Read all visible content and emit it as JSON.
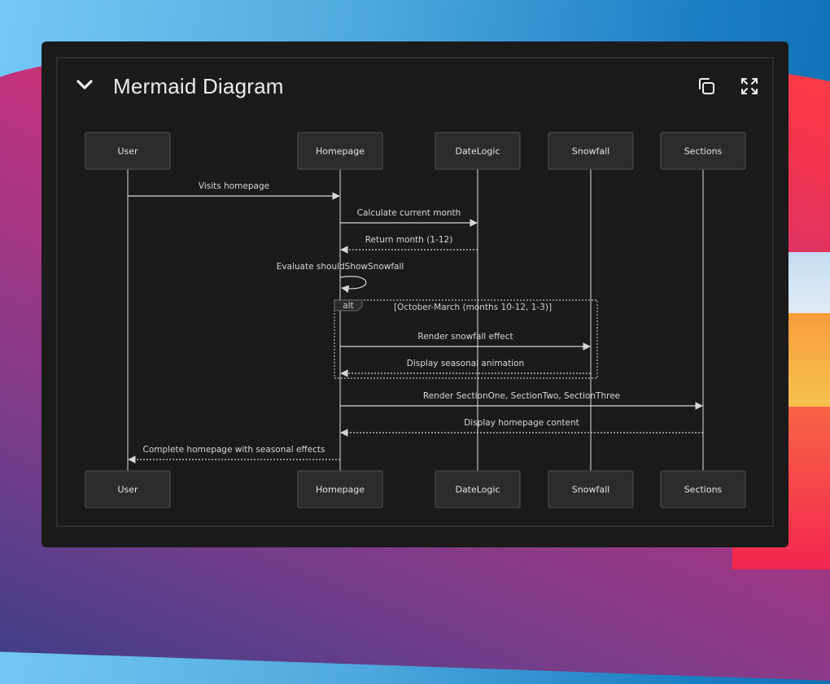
{
  "panel": {
    "title": "Mermaid Diagram",
    "icons": {
      "collapse": "chevron-down-icon",
      "copy": "copy-icon",
      "expand": "expand-icon"
    }
  },
  "diagram": {
    "type": "sequence",
    "participants": [
      "User",
      "Homepage",
      "DateLogic",
      "Snowfall",
      "Sections"
    ],
    "messages": [
      {
        "from": "User",
        "to": "Homepage",
        "text": "Visits homepage",
        "style": "solid"
      },
      {
        "from": "Homepage",
        "to": "DateLogic",
        "text": "Calculate current month",
        "style": "solid"
      },
      {
        "from": "DateLogic",
        "to": "Homepage",
        "text": "Return month (1-12)",
        "style": "dashed"
      },
      {
        "from": "Homepage",
        "to": "Homepage",
        "text": "Evaluate shouldShowSnowfall",
        "style": "self"
      },
      {
        "from": "Homepage",
        "to": "Snowfall",
        "text": "Render snowfall effect",
        "style": "solid"
      },
      {
        "from": "Snowfall",
        "to": "Homepage",
        "text": "Display seasonal animation",
        "style": "dashed"
      },
      {
        "from": "Homepage",
        "to": "Sections",
        "text": "Render SectionOne, SectionTwo, SectionThree",
        "style": "solid"
      },
      {
        "from": "Sections",
        "to": "Homepage",
        "text": "Display homepage content",
        "style": "dashed"
      },
      {
        "from": "Homepage",
        "to": "User",
        "text": "Complete homepage with seasonal effects",
        "style": "dashed"
      }
    ],
    "alt_block": {
      "label": "alt",
      "condition": "[October-March (months 10-12, 1-3)]",
      "message_range": [
        4,
        5
      ]
    }
  }
}
